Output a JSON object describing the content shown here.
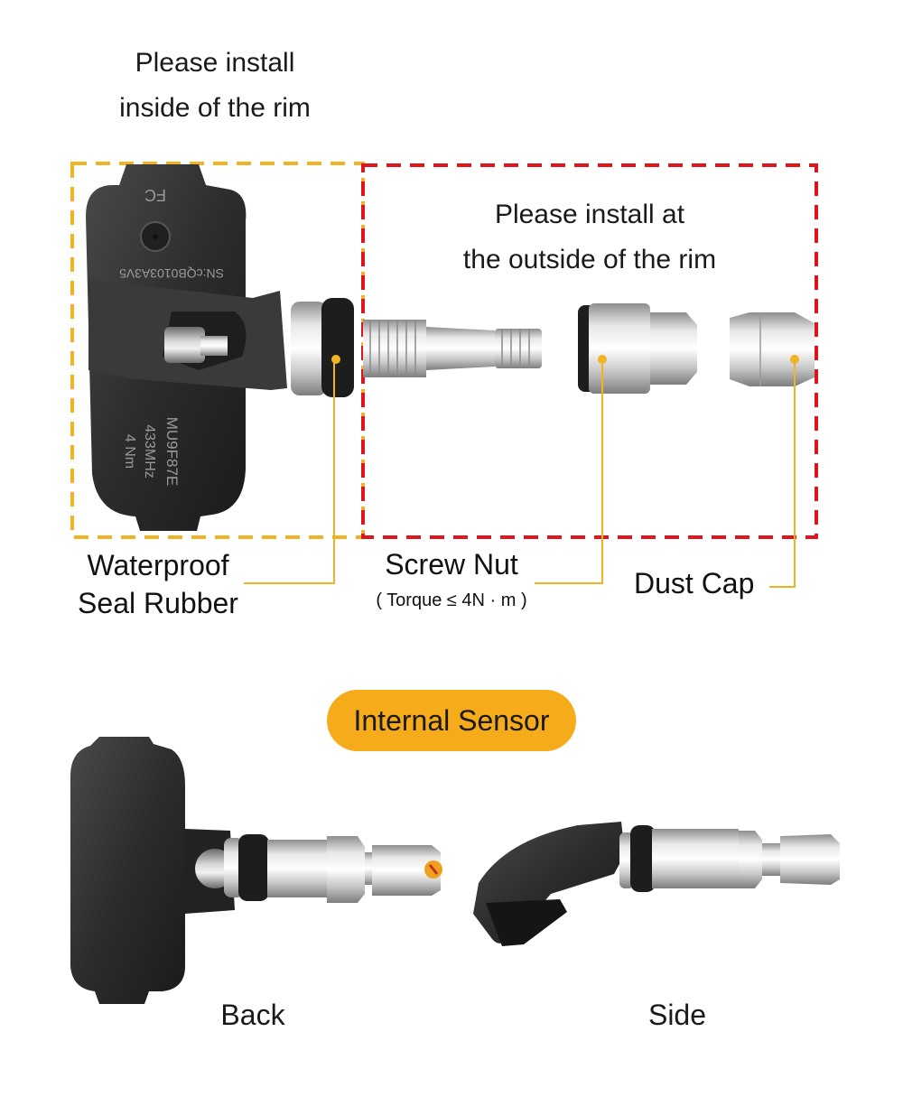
{
  "notes": {
    "inside_rim": "Please install\ninside of the rim",
    "outside_rim": "Please install at\nthe outside of the rim"
  },
  "labels": {
    "seal_rubber": "Waterproof\nSeal Rubber",
    "screw_nut": "Screw Nut",
    "torque": "( Torque ≤ 4N · m )",
    "dust_cap": "Dust Cap"
  },
  "sensor_markings": {
    "sn": "SN:cQB0103A3V5",
    "model": "MU9F87E",
    "frequency": "433MHz",
    "torque": "4 Nm",
    "fcc": "FC"
  },
  "badge": "Internal Sensor",
  "captions": {
    "back": "Back",
    "side": "Side"
  },
  "colors": {
    "inside_box": "#f0b323",
    "outside_box": "#e0141c",
    "leader": "#f0b323",
    "badge": "#f6ab1a"
  }
}
